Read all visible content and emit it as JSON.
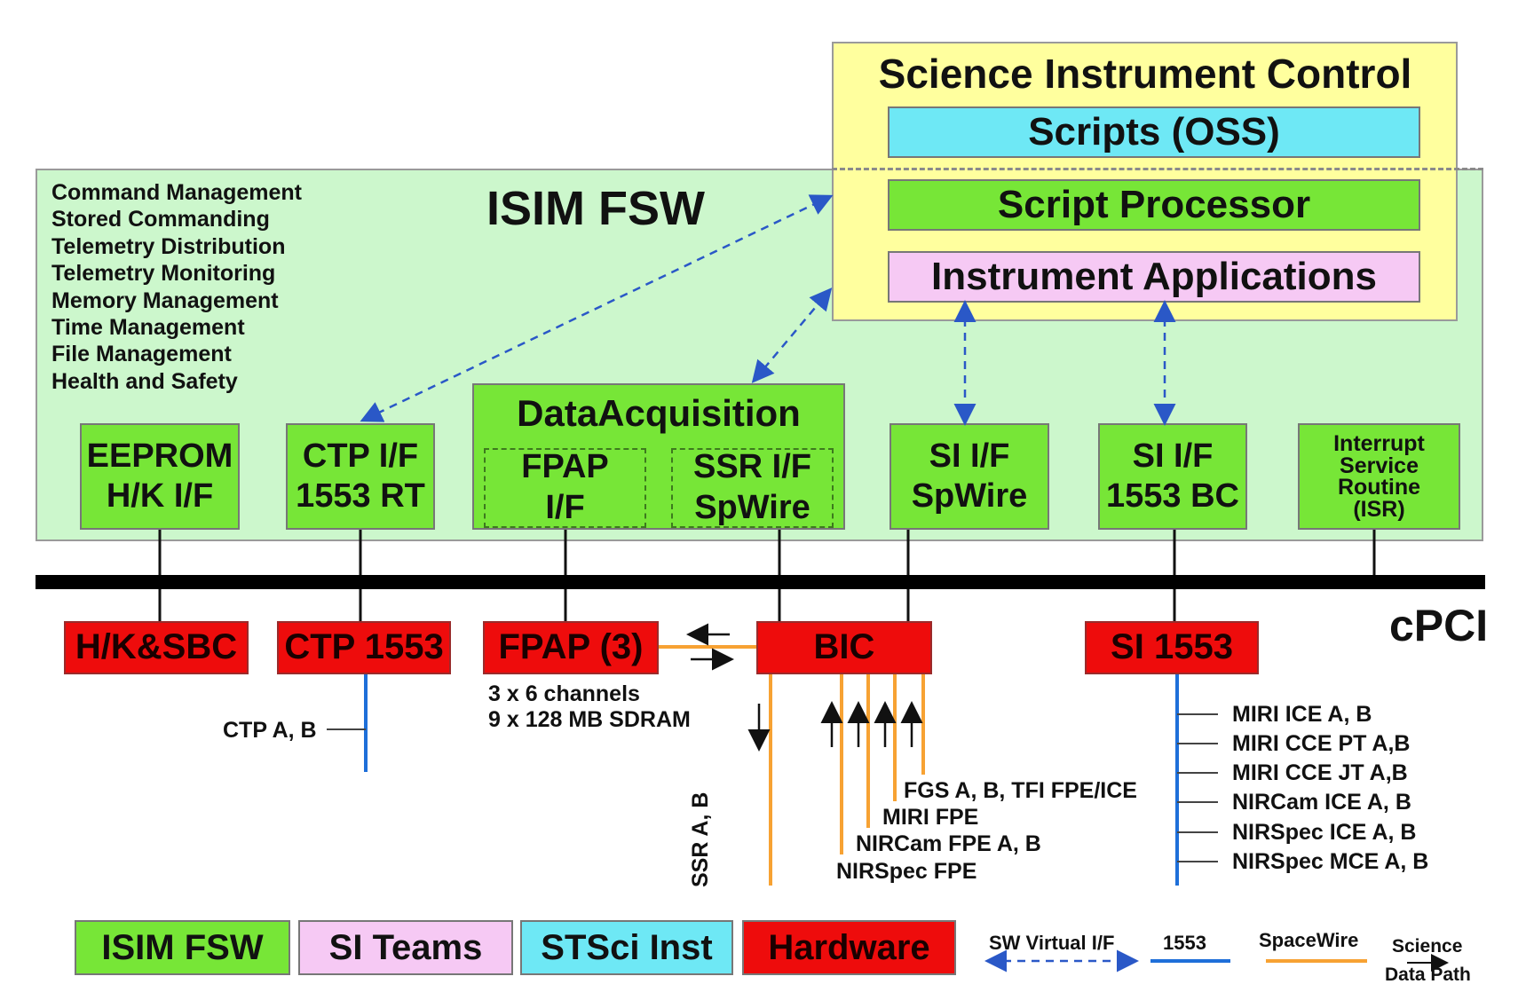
{
  "science_instrument_control": {
    "title": "Science Instrument Control",
    "scripts": "Scripts (OSS)",
    "script_processor": "Script Processor",
    "instrument_applications": "Instrument Applications"
  },
  "isim_fsw": {
    "title": "ISIM FSW",
    "functions": [
      "Command Management",
      "Stored Commanding",
      "Telemetry Distribution",
      "Telemetry Monitoring",
      "Memory Management",
      "Time Management",
      "File Management",
      "Health and Safety"
    ],
    "data_acquisition": {
      "title": "DataAcquisition",
      "fpap_if": [
        "FPAP",
        "I/F"
      ],
      "ssr_if": [
        "SSR I/F",
        "SpWire"
      ]
    },
    "interfaces": [
      {
        "id": "eeprom",
        "lines": [
          "EEPROM",
          "H/K I/F"
        ]
      },
      {
        "id": "ctp",
        "lines": [
          "CTP I/F",
          "1553 RT"
        ]
      },
      {
        "id": "si-spwire",
        "lines": [
          "SI I/F",
          "SpWire"
        ]
      },
      {
        "id": "si-1553",
        "lines": [
          "SI I/F",
          "1553 BC"
        ]
      },
      {
        "id": "isr",
        "lines": [
          "Interrupt",
          "Service",
          "Routine",
          "(ISR)"
        ]
      }
    ]
  },
  "bus_label": "cPCI",
  "hardware": {
    "hk_sbc": "H/K&SBC",
    "ctp_1553": "CTP 1553",
    "fpap": "FPAP (3)",
    "bic": "BIC",
    "si_1553": "SI 1553"
  },
  "labels": {
    "ctp_ab": "CTP A, B",
    "fpap_channels": "3 x 6 channels",
    "fpap_sdram": "9 x 128 MB SDRAM",
    "ssr_ab": "SSR A, B",
    "bic_links": [
      "FGS A, B, TFI FPE/ICE",
      "MIRI FPE",
      "NIRCam FPE A, B",
      "NIRSpec FPE"
    ],
    "si_1553_links": [
      "MIRI ICE A, B",
      "MIRI CCE PT A,B",
      "MIRI CCE JT A,B",
      "NIRCam ICE A, B",
      "NIRSpec ICE A, B",
      "NIRSpec MCE A, B"
    ]
  },
  "legend": {
    "isim_fsw": "ISIM FSW",
    "si_teams": "SI Teams",
    "stsci_inst": "STSci Inst",
    "hardware": "Hardware",
    "sw_virtual_if": "SW Virtual I/F",
    "l1553": "1553",
    "spacewire": "SpaceWire",
    "science_data_path": [
      "Science",
      "Data Path"
    ]
  },
  "colors": {
    "fsw_green": "#77e637",
    "si_teams_pink": "#f6c9f4",
    "stsci_cyan": "#6ee8f5",
    "hardware_red": "#ee0c0c",
    "region_green": "#ccf7cc",
    "region_yellow": "#ffff9e",
    "link_1553": "#1e6fd9",
    "link_spacewire": "#f7a233",
    "virtual_if": "#2a58c7"
  }
}
